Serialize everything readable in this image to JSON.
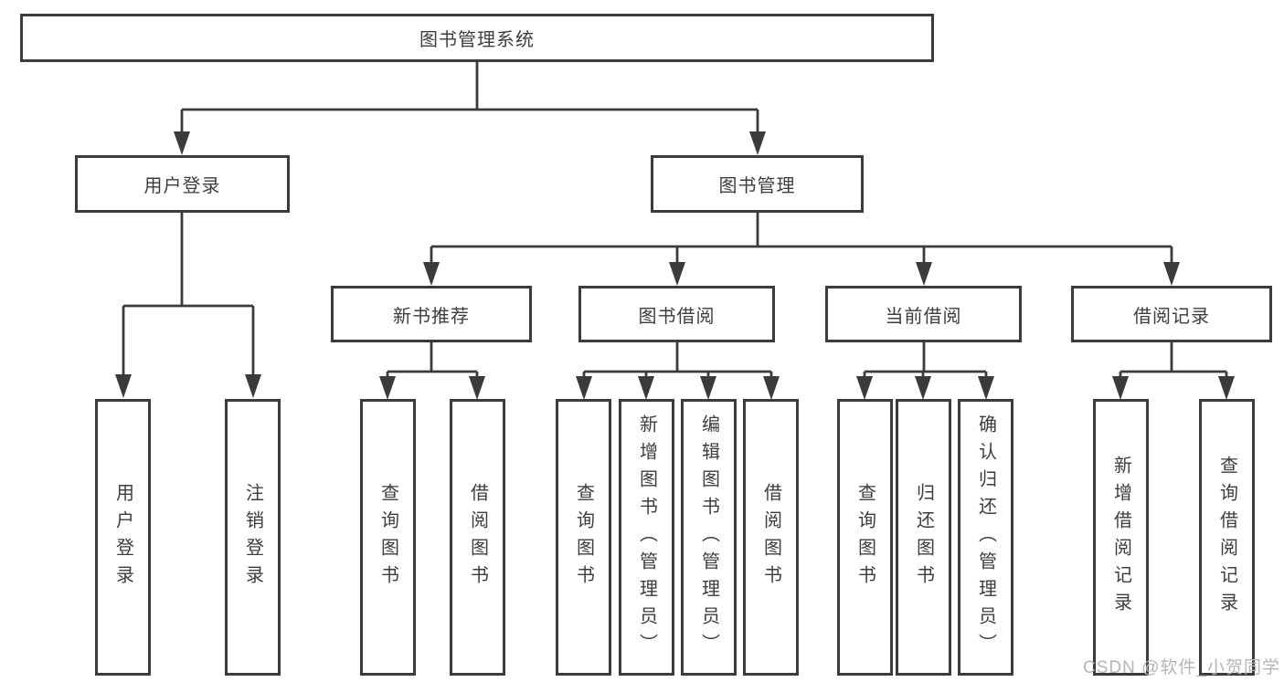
{
  "diagram": {
    "root": {
      "label": "图书管理系统"
    },
    "level2": [
      {
        "label": "用户登录"
      },
      {
        "label": "图书管理"
      }
    ],
    "level3": [
      {
        "label": "新书推荐"
      },
      {
        "label": "图书借阅"
      },
      {
        "label": "当前借阅"
      },
      {
        "label": "借阅记录"
      }
    ],
    "leaves": {
      "user": [
        "用户登录",
        "注销登录"
      ],
      "recommend": [
        "查询图书",
        "借阅图书"
      ],
      "borrow": [
        "查询图书",
        "新增图书（管理员）",
        "编辑图书（管理员）",
        "借阅图书"
      ],
      "current": [
        "查询图书",
        "归还图书",
        "确认归还（管理员）"
      ],
      "records": [
        "新增借阅记录",
        "查询借阅记录"
      ]
    }
  },
  "watermark": {
    "text": "CSDN @软件_小贺同学"
  },
  "colors": {
    "line": "#3b3b3b",
    "text": "#3d3d40",
    "background": "#ffffff",
    "watermark": "#b5b5b9"
  }
}
